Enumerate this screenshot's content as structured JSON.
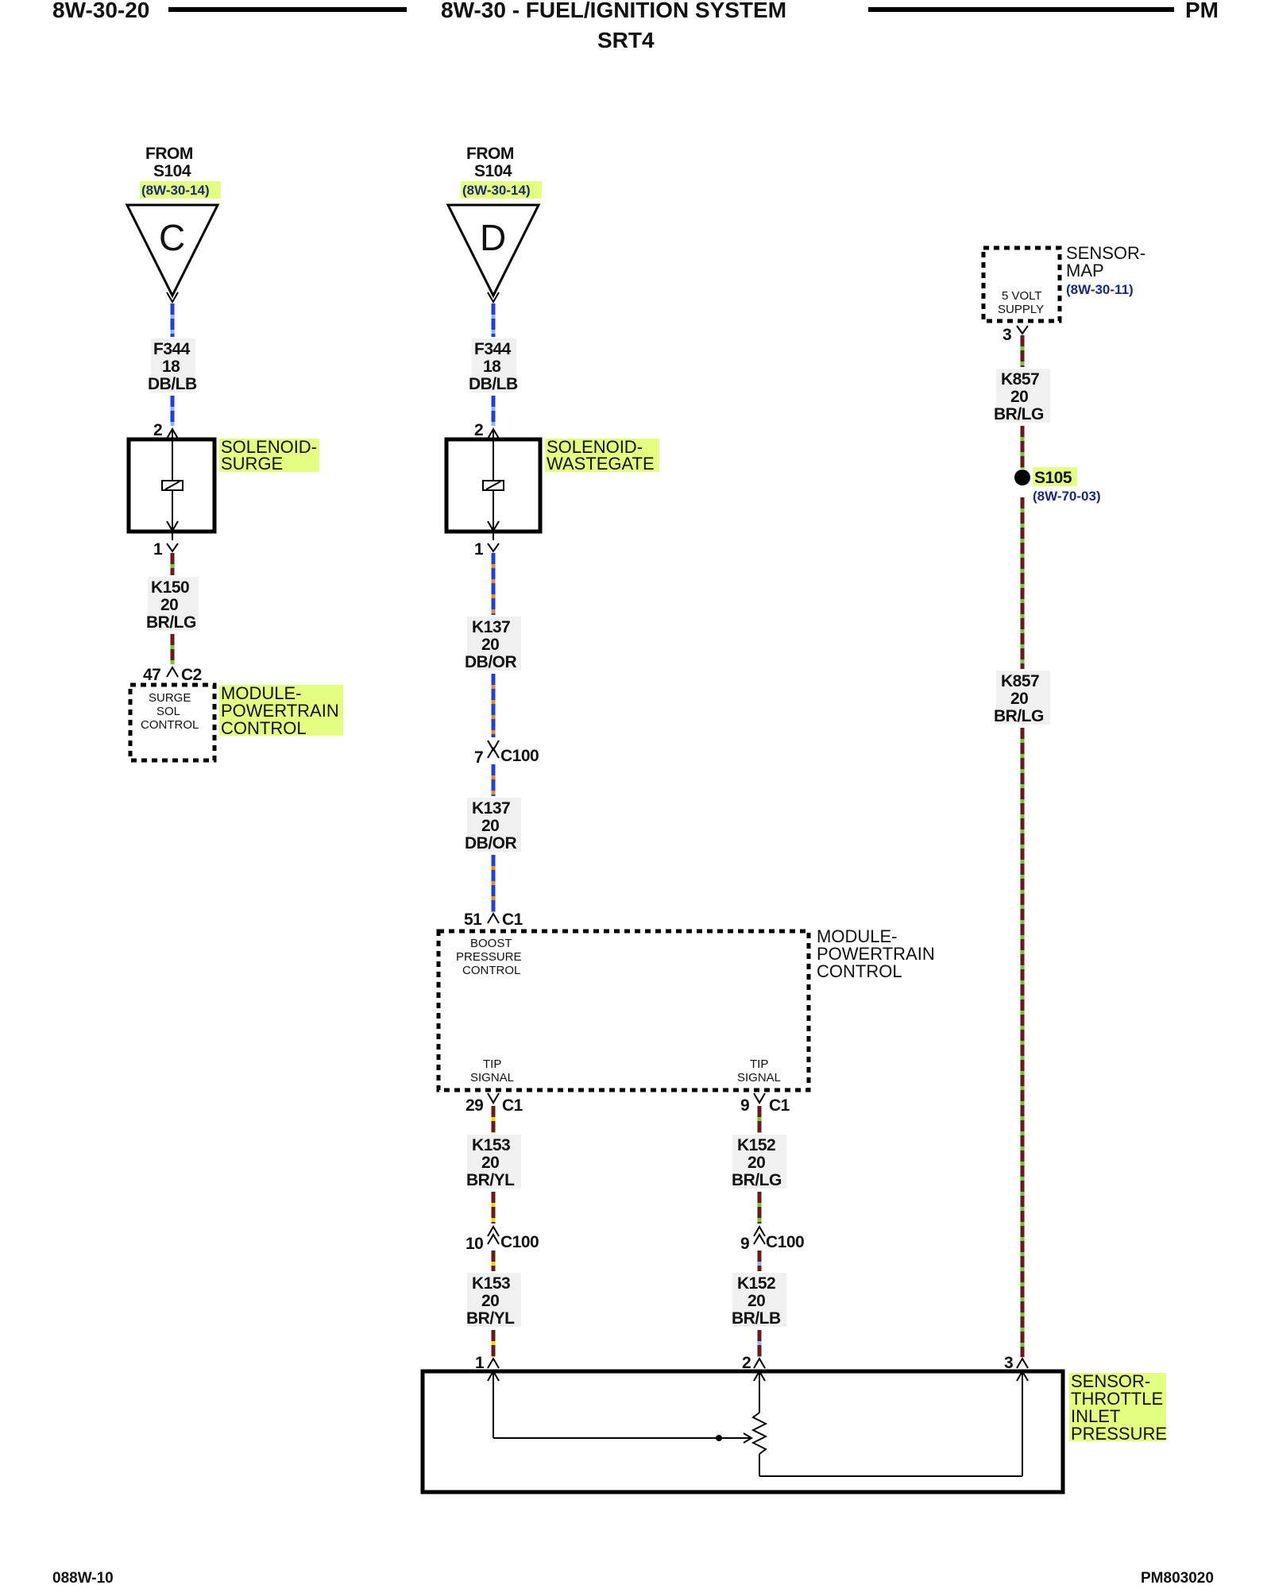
{
  "header": {
    "left": "8W-30-20",
    "center": "8W-30 - FUEL/IGNITION SYSTEM",
    "sub": "SRT4",
    "right": "PM"
  },
  "footer": {
    "left": "088W-10",
    "right": "PM803020"
  },
  "col1": {
    "from": "FROM",
    "splice": "S104",
    "ref": "(8W-30-14)",
    "connector": "C",
    "wire1": {
      "circuit": "F344",
      "gauge": "18",
      "color": "DB/LB"
    },
    "pin_top": "2",
    "pin_bottom": "1",
    "solenoid_label_1": "SOLENOID-",
    "solenoid_label_2": "SURGE",
    "wire2": {
      "circuit": "K150",
      "gauge": "20",
      "color": "BR/LG"
    },
    "pcm_pin": "47",
    "pcm_conn": "C2",
    "pcm_func_1": "SURGE",
    "pcm_func_2": "SOL",
    "pcm_func_3": "CONTROL",
    "pcm_label_1": "MODULE-",
    "pcm_label_2": "POWERTRAIN",
    "pcm_label_3": "CONTROL"
  },
  "col2": {
    "from": "FROM",
    "splice": "S104",
    "ref": "(8W-30-14)",
    "connector": "D",
    "wire1": {
      "circuit": "F344",
      "gauge": "18",
      "color": "DB/LB"
    },
    "pin_top": "2",
    "pin_bottom": "1",
    "solenoid_label_1": "SOLENOID-",
    "solenoid_label_2": "WASTEGATE",
    "wire2": {
      "circuit": "K137",
      "gauge": "20",
      "color": "DB/OR"
    },
    "inline_pin": "7",
    "inline_conn": "C100",
    "wire3": {
      "circuit": "K137",
      "gauge": "20",
      "color": "DB/OR"
    },
    "pcm_pin": "51",
    "pcm_conn": "C1",
    "pcm_func_1": "BOOST",
    "pcm_func_2": "PRESSURE",
    "pcm_func_3": "CONTROL"
  },
  "pcm_big": {
    "label_1": "MODULE-",
    "label_2": "POWERTRAIN",
    "label_3": "CONTROL",
    "tip1_a": "TIP",
    "tip1_b": "SIGNAL",
    "tip2_a": "TIP",
    "tip2_b": "SIGNAL",
    "pinA": "29",
    "connA": "C1",
    "pinB": "9",
    "connB": "C1"
  },
  "leftbranch": {
    "wire1": {
      "circuit": "K153",
      "gauge": "20",
      "color": "BR/YL"
    },
    "inline_pin": "10",
    "inline_conn": "C100",
    "wire2": {
      "circuit": "K153",
      "gauge": "20",
      "color": "BR/YL"
    },
    "sensor_pin": "1"
  },
  "rightbranch": {
    "wire1": {
      "circuit": "K152",
      "gauge": "20",
      "color": "BR/LG"
    },
    "inline_pin": "9",
    "inline_conn": "C100",
    "wire2": {
      "circuit": "K152",
      "gauge": "20",
      "color": "BR/LB"
    },
    "sensor_pin": "2"
  },
  "col3": {
    "map_label_1": "SENSOR-",
    "map_label_2": "MAP",
    "map_ref": "(8W-30-11)",
    "map_func_1": "5 VOLT",
    "map_func_2": "SUPPLY",
    "map_pin": "3",
    "wire1": {
      "circuit": "K857",
      "gauge": "20",
      "color": "BR/LG"
    },
    "splice": "S105",
    "splice_ref": "(8W-70-03)",
    "wire2": {
      "circuit": "K857",
      "gauge": "20",
      "color": "BR/LG"
    },
    "sensor_pin": "3"
  },
  "tip_sensor": {
    "label_1": "SENSOR-",
    "label_2": "THROTTLE",
    "label_3": "INLET",
    "label_4": "PRESSURE"
  },
  "colors": {
    "dark_blue": "#1f3fe0",
    "light_blue": "#8fb4ff",
    "brown": "#6b1a1a",
    "light_green": "#66cc33",
    "orange": "#f08a1c",
    "yellow": "#f5d400",
    "highlight": "#e4ff80"
  }
}
